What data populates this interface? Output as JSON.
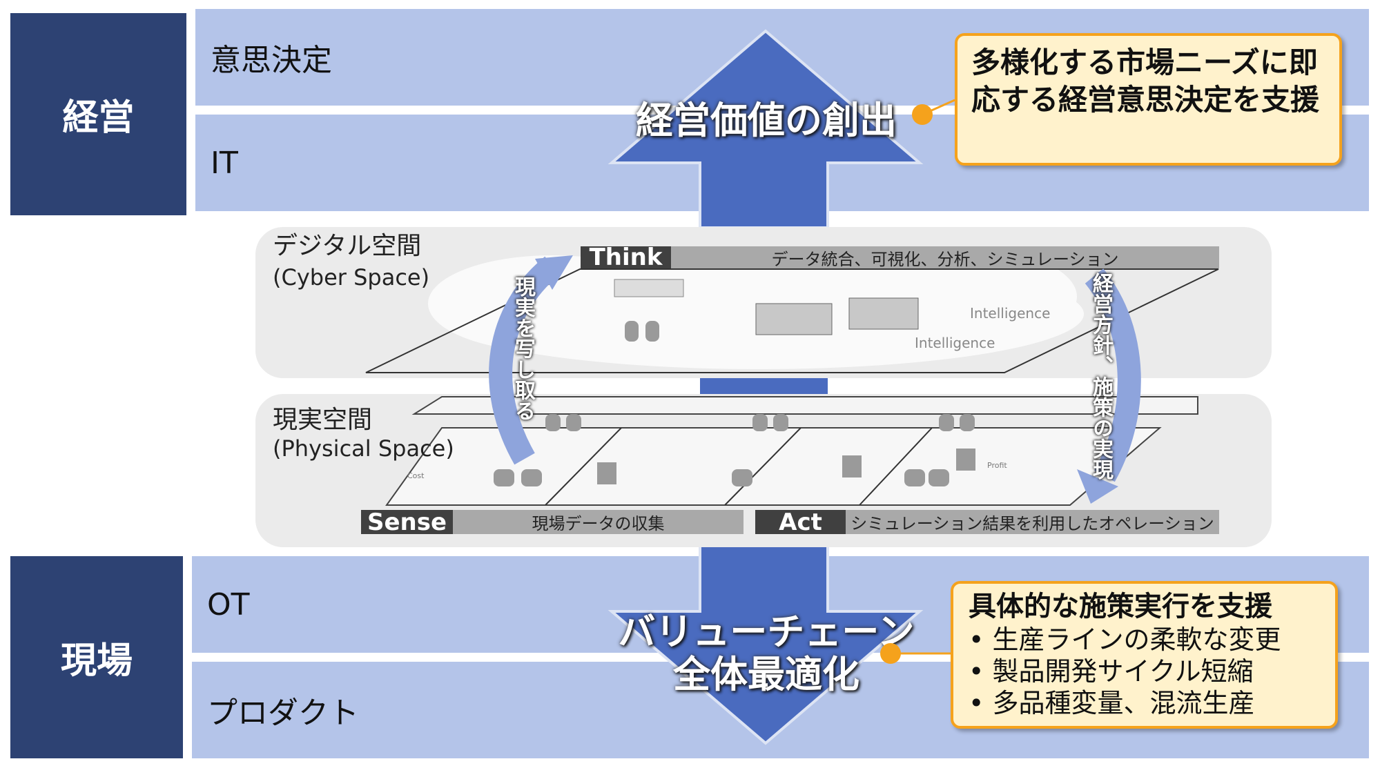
{
  "management": {
    "label": "経営",
    "bands": [
      "意思決定",
      "IT"
    ]
  },
  "field": {
    "label": "現場",
    "bands": [
      "OT",
      "プロダクト"
    ]
  },
  "top_arrow": {
    "label": "経営価値の創出"
  },
  "bottom_arrow": {
    "line1": "バリューチェーン",
    "line2": "全体最適化"
  },
  "top_callout": {
    "text": "多様化する市場ニーズに即応する経営意思決定を支援"
  },
  "bottom_callout": {
    "title": "具体的な施策実行を支援",
    "items": [
      "生産ラインの柔軟な変更",
      "製品開発サイクル短縮",
      "多品種変量、混流生産"
    ]
  },
  "cyber": {
    "title": "デジタル空間",
    "subtitle": "(Cyber Space)",
    "think_tag": "Think",
    "think_text": "データ統合、可視化、分析、シミュレーション",
    "intelligence1": "Intelligence",
    "intelligence2": "Intelligence"
  },
  "physical": {
    "title": "現実空間",
    "subtitle": "(Physical Space)",
    "sense_tag": "Sense",
    "sense_text": "現場データの収集",
    "act_tag": "Act",
    "act_text": "シミュレーション結果を利用したオペレーション",
    "cost": "Cost",
    "profit": "Profit"
  },
  "loop": {
    "left": "現実を写し取る",
    "right": "経営方針、施策の実現"
  },
  "colors": {
    "navy": "#2d4273",
    "band": "#b4c4e9",
    "arrow": "#4a6bbf",
    "accent": "#f5a21c",
    "callout": "#fff2cc"
  }
}
